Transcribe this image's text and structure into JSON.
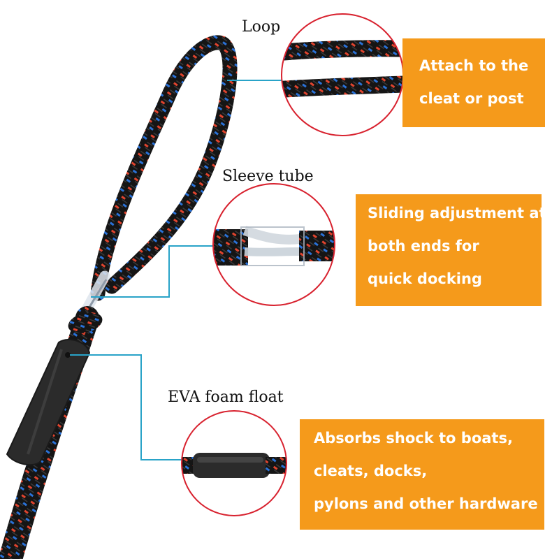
{
  "callouts": {
    "loop": {
      "title": "Loop",
      "lines": [
        "Attach to the",
        "cleat or post"
      ]
    },
    "sleeve": {
      "title": "Sleeve tube",
      "lines": [
        "Sliding adjustment at",
        "both ends for",
        "quick docking"
      ]
    },
    "float": {
      "title": "EVA foam float",
      "lines": [
        "Absorbs shock to boats,",
        "cleats, docks,",
        "pylons and other hardware"
      ]
    }
  },
  "colors": {
    "callout_box": "#f59a1b",
    "callout_text": "#ffffff",
    "circle_border": "#d8222f",
    "leader_line": "#29a3c8",
    "rope_black": "#151515",
    "rope_red": "#e0442e",
    "rope_blue": "#2a72d8",
    "float": "#2b2b2b"
  }
}
